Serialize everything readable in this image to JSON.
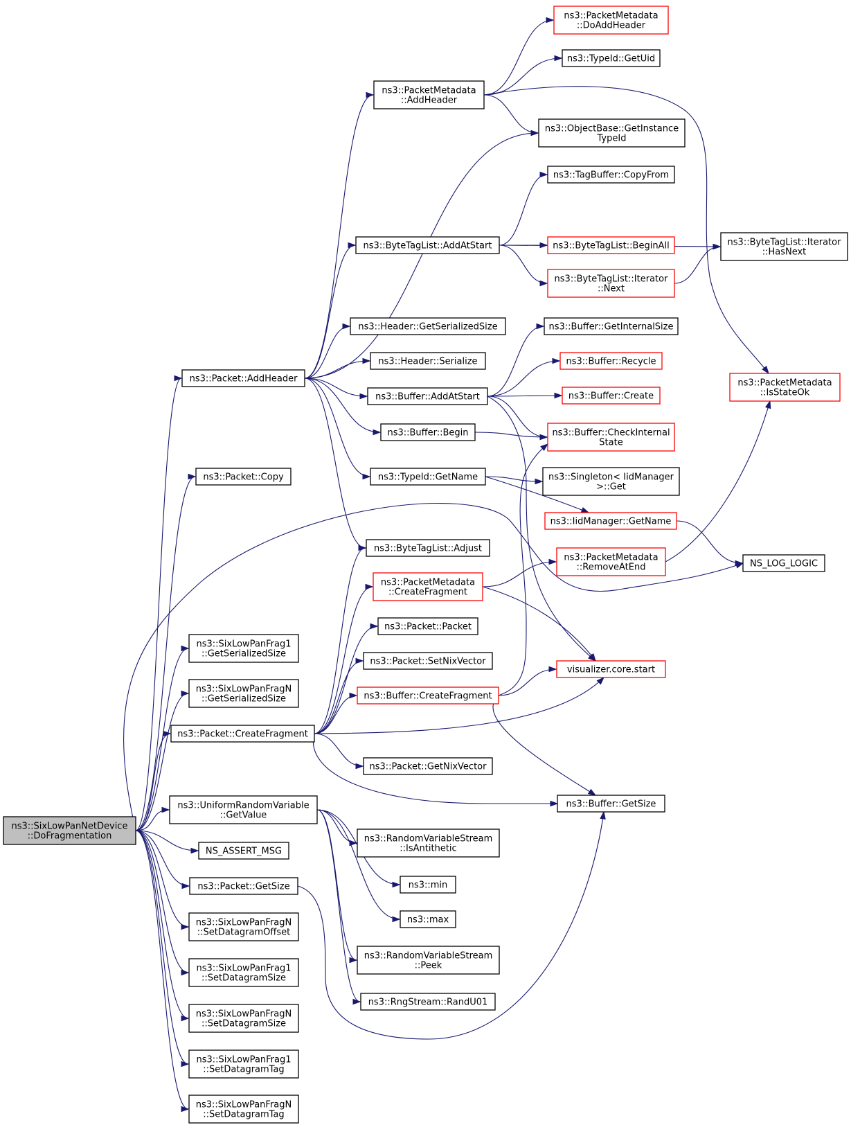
{
  "graph": {
    "colors": {
      "edge": "#191970",
      "node_border": "#000000",
      "truncated_border": "#ff0000",
      "root_fill": "#bfbfbf",
      "node_fill": "#ffffff"
    },
    "nodes": [
      {
        "id": "root",
        "lines": [
          "ns3::SixLowPanNetDevice",
          "::DoFragmentation"
        ],
        "style": "root"
      },
      {
        "id": "pkt_addheader",
        "lines": [
          "ns3::Packet::AddHeader"
        ]
      },
      {
        "id": "pkt_copy",
        "lines": [
          "ns3::Packet::Copy"
        ]
      },
      {
        "id": "f1_getser",
        "lines": [
          "ns3::SixLowPanFrag1",
          "::GetSerializedSize"
        ]
      },
      {
        "id": "fn_getser",
        "lines": [
          "ns3::SixLowPanFragN",
          "::GetSerializedSize"
        ]
      },
      {
        "id": "pkt_createfrag",
        "lines": [
          "ns3::Packet::CreateFragment"
        ]
      },
      {
        "id": "urv_getvalue",
        "lines": [
          "ns3::UniformRandomVariable",
          "::GetValue"
        ]
      },
      {
        "id": "assert_msg",
        "lines": [
          "NS_ASSERT_MSG"
        ]
      },
      {
        "id": "pkt_getsize",
        "lines": [
          "ns3::Packet::GetSize"
        ]
      },
      {
        "id": "fn_setoffset",
        "lines": [
          "ns3::SixLowPanFragN",
          "::SetDatagramOffset"
        ]
      },
      {
        "id": "f1_setsize",
        "lines": [
          "ns3::SixLowPanFrag1",
          "::SetDatagramSize"
        ]
      },
      {
        "id": "fn_setsize",
        "lines": [
          "ns3::SixLowPanFragN",
          "::SetDatagramSize"
        ]
      },
      {
        "id": "f1_settag",
        "lines": [
          "ns3::SixLowPanFrag1",
          "::SetDatagramTag"
        ]
      },
      {
        "id": "fn_settag",
        "lines": [
          "ns3::SixLowPanFragN",
          "::SetDatagramTag"
        ]
      },
      {
        "id": "pm_addheader",
        "lines": [
          "ns3::PacketMetadata",
          "::AddHeader"
        ]
      },
      {
        "id": "btl_addatstart",
        "lines": [
          "ns3::ByteTagList::AddAtStart"
        ]
      },
      {
        "id": "hdr_getser",
        "lines": [
          "ns3::Header::GetSerializedSize"
        ]
      },
      {
        "id": "hdr_serialize",
        "lines": [
          "ns3::Header::Serialize"
        ]
      },
      {
        "id": "buf_addatstart",
        "lines": [
          "ns3::Buffer::AddAtStart"
        ]
      },
      {
        "id": "buf_begin",
        "lines": [
          "ns3::Buffer::Begin"
        ]
      },
      {
        "id": "tid_getname",
        "lines": [
          "ns3::TypeId::GetName"
        ]
      },
      {
        "id": "btl_adjust",
        "lines": [
          "ns3::ByteTagList::Adjust"
        ]
      },
      {
        "id": "pm_createfrag",
        "lines": [
          "ns3::PacketMetadata",
          "::CreateFragment"
        ],
        "style": "truncated"
      },
      {
        "id": "pkt_packet",
        "lines": [
          "ns3::Packet::Packet"
        ]
      },
      {
        "id": "pkt_setnix",
        "lines": [
          "ns3::Packet::SetNixVector"
        ]
      },
      {
        "id": "buf_createfrag",
        "lines": [
          "ns3::Buffer::CreateFragment"
        ],
        "style": "truncated"
      },
      {
        "id": "pkt_getnix",
        "lines": [
          "ns3::Packet::GetNixVector"
        ]
      },
      {
        "id": "rvs_isanti",
        "lines": [
          "ns3::RandomVariableStream",
          "::IsAntithetic"
        ]
      },
      {
        "id": "ns3_min",
        "lines": [
          "ns3::min"
        ]
      },
      {
        "id": "ns3_max",
        "lines": [
          "ns3::max"
        ]
      },
      {
        "id": "rvs_peek",
        "lines": [
          "ns3::RandomVariableStream",
          "::Peek"
        ]
      },
      {
        "id": "rng_randu01",
        "lines": [
          "ns3::RngStream::RandU01"
        ]
      },
      {
        "id": "pm_doaddheader",
        "lines": [
          "ns3::PacketMetadata",
          "::DoAddHeader"
        ],
        "style": "truncated"
      },
      {
        "id": "tid_getuid",
        "lines": [
          "ns3::TypeId::GetUid"
        ]
      },
      {
        "id": "ob_getinst",
        "lines": [
          "ns3::ObjectBase::GetInstance",
          "TypeId"
        ]
      },
      {
        "id": "tb_copyfrom",
        "lines": [
          "ns3::TagBuffer::CopyFrom"
        ]
      },
      {
        "id": "btl_beginall",
        "lines": [
          "ns3::ByteTagList::BeginAll"
        ],
        "style": "truncated"
      },
      {
        "id": "btl_it_next",
        "lines": [
          "ns3::ByteTagList::Iterator",
          "::Next"
        ],
        "style": "truncated"
      },
      {
        "id": "buf_getinternal",
        "lines": [
          "ns3::Buffer::GetInternalSize"
        ]
      },
      {
        "id": "buf_recycle",
        "lines": [
          "ns3::Buffer::Recycle"
        ],
        "style": "truncated"
      },
      {
        "id": "buf_create",
        "lines": [
          "ns3::Buffer::Create"
        ],
        "style": "truncated"
      },
      {
        "id": "buf_checkinternal",
        "lines": [
          "ns3::Buffer::CheckInternal",
          "State"
        ],
        "style": "truncated"
      },
      {
        "id": "singleton_get",
        "lines": [
          "ns3::Singleton< IidManager",
          ">::Get"
        ]
      },
      {
        "id": "iid_getname",
        "lines": [
          "ns3::IidManager::GetName"
        ],
        "style": "truncated"
      },
      {
        "id": "pm_removeatend",
        "lines": [
          "ns3::PacketMetadata",
          "::RemoveAtEnd"
        ],
        "style": "truncated"
      },
      {
        "id": "vis_start",
        "lines": [
          "visualizer.core.start"
        ],
        "style": "truncated"
      },
      {
        "id": "buf_getsize",
        "lines": [
          "ns3::Buffer::GetSize"
        ]
      },
      {
        "id": "btl_it_hasnext",
        "lines": [
          "ns3::ByteTagList::Iterator",
          "::HasNext"
        ]
      },
      {
        "id": "pm_isstateok",
        "lines": [
          "ns3::PacketMetadata",
          "::IsStateOk"
        ],
        "style": "truncated"
      },
      {
        "id": "ns_log_logic",
        "lines": [
          "NS_LOG_LOGIC"
        ]
      }
    ],
    "edges": [
      [
        "root",
        "pkt_addheader"
      ],
      [
        "root",
        "pkt_copy"
      ],
      [
        "root",
        "f1_getser"
      ],
      [
        "root",
        "fn_getser"
      ],
      [
        "root",
        "pkt_createfrag"
      ],
      [
        "root",
        "urv_getvalue"
      ],
      [
        "root",
        "assert_msg"
      ],
      [
        "root",
        "pkt_getsize"
      ],
      [
        "root",
        "fn_setoffset"
      ],
      [
        "root",
        "f1_setsize"
      ],
      [
        "root",
        "fn_setsize"
      ],
      [
        "root",
        "f1_settag"
      ],
      [
        "root",
        "fn_settag"
      ],
      [
        "root",
        "ns_log_logic"
      ],
      [
        "pkt_addheader",
        "pm_addheader"
      ],
      [
        "pkt_addheader",
        "ob_getinst"
      ],
      [
        "pkt_addheader",
        "btl_addatstart"
      ],
      [
        "pkt_addheader",
        "hdr_getser"
      ],
      [
        "pkt_addheader",
        "hdr_serialize"
      ],
      [
        "pkt_addheader",
        "buf_addatstart"
      ],
      [
        "pkt_addheader",
        "buf_begin"
      ],
      [
        "pkt_addheader",
        "tid_getname"
      ],
      [
        "pkt_addheader",
        "btl_adjust"
      ],
      [
        "pm_addheader",
        "pm_doaddheader"
      ],
      [
        "pm_addheader",
        "tid_getuid"
      ],
      [
        "pm_addheader",
        "ob_getinst"
      ],
      [
        "pm_addheader",
        "pm_isstateok"
      ],
      [
        "btl_addatstart",
        "tb_copyfrom"
      ],
      [
        "btl_addatstart",
        "btl_it_hasnext"
      ],
      [
        "btl_addatstart",
        "btl_beginall"
      ],
      [
        "btl_addatstart",
        "btl_it_next"
      ],
      [
        "btl_it_next",
        "btl_it_hasnext"
      ],
      [
        "buf_addatstart",
        "buf_getinternal"
      ],
      [
        "buf_addatstart",
        "buf_recycle"
      ],
      [
        "buf_addatstart",
        "buf_create"
      ],
      [
        "buf_addatstart",
        "buf_checkinternal"
      ],
      [
        "buf_addatstart",
        "vis_start"
      ],
      [
        "buf_begin",
        "buf_checkinternal"
      ],
      [
        "tid_getname",
        "singleton_get"
      ],
      [
        "tid_getname",
        "iid_getname"
      ],
      [
        "iid_getname",
        "ns_log_logic"
      ],
      [
        "pm_removeatend",
        "pm_isstateok"
      ],
      [
        "pkt_createfrag",
        "btl_adjust"
      ],
      [
        "pkt_createfrag",
        "pm_createfrag"
      ],
      [
        "pkt_createfrag",
        "pkt_packet"
      ],
      [
        "pkt_createfrag",
        "pkt_setnix"
      ],
      [
        "pkt_createfrag",
        "buf_createfrag"
      ],
      [
        "pkt_createfrag",
        "vis_start"
      ],
      [
        "pkt_createfrag",
        "pkt_getnix"
      ],
      [
        "pkt_createfrag",
        "buf_getsize"
      ],
      [
        "pm_createfrag",
        "pm_removeatend"
      ],
      [
        "pm_createfrag",
        "vis_start"
      ],
      [
        "buf_createfrag",
        "buf_checkinternal"
      ],
      [
        "buf_createfrag",
        "vis_start"
      ],
      [
        "buf_createfrag",
        "buf_getsize"
      ],
      [
        "urv_getvalue",
        "rvs_isanti"
      ],
      [
        "urv_getvalue",
        "ns3_min"
      ],
      [
        "urv_getvalue",
        "ns3_max"
      ],
      [
        "urv_getvalue",
        "rvs_peek"
      ],
      [
        "urv_getvalue",
        "rng_randu01"
      ],
      [
        "pkt_getsize",
        "buf_getsize"
      ]
    ]
  }
}
